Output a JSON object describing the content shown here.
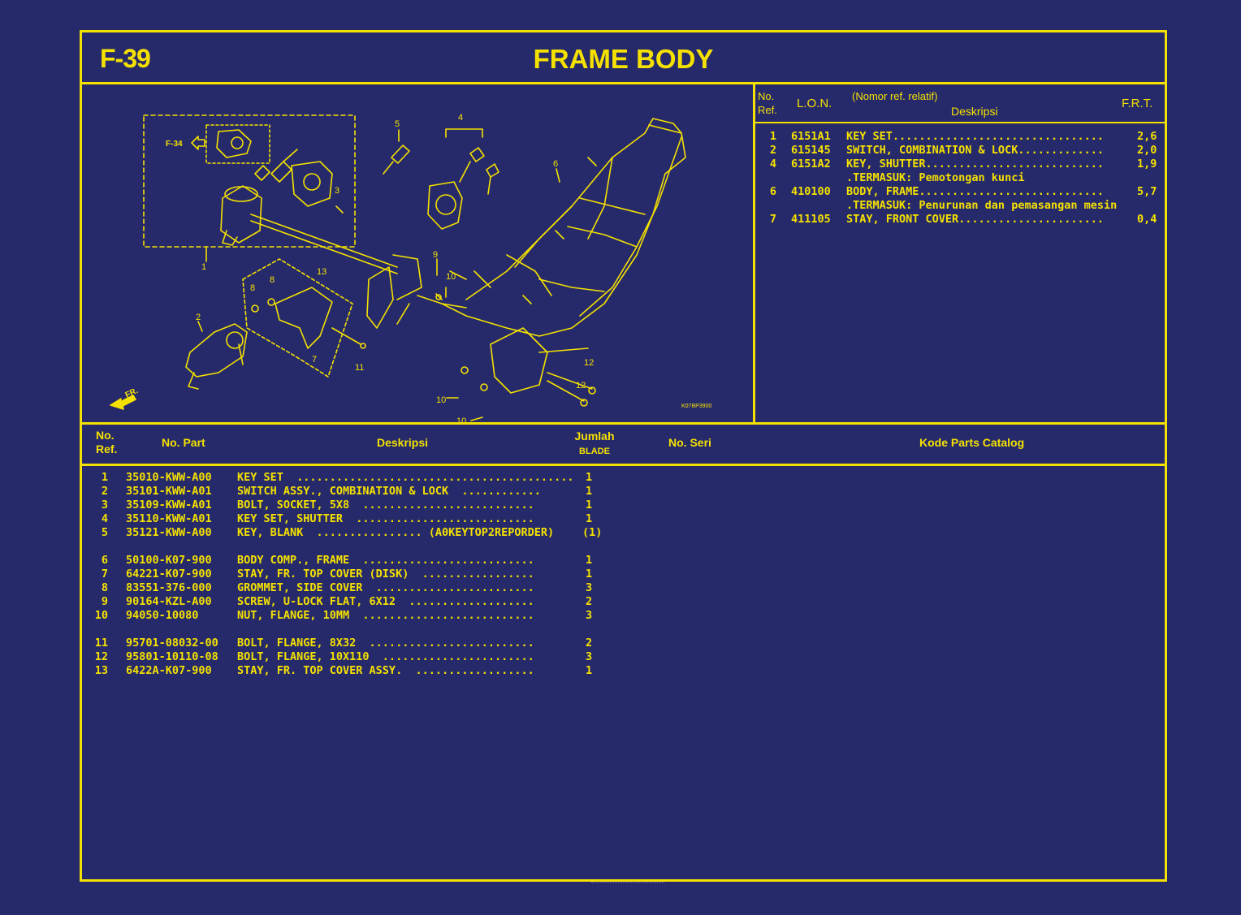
{
  "header": {
    "code": "F-39",
    "title": "FRAME BODY"
  },
  "frt_table": {
    "headers": {
      "no_ref_1": "No.",
      "no_ref_2": "Ref.",
      "lon": "L.O.N.",
      "nomor_ref": "(Nomor ref. relatif)",
      "deskripsi": "Deskripsi",
      "frt": "F.R.T."
    },
    "rows": [
      {
        "ref": "1",
        "lon": "6151A1",
        "desc": "KEY SET................................",
        "frt": "2,6"
      },
      {
        "ref": "2",
        "lon": "615145",
        "desc": "SWITCH, COMBINATION & LOCK.............",
        "frt": "2,0"
      },
      {
        "ref": "4",
        "lon": "6151A2",
        "desc": "KEY, SHUTTER...........................",
        "frt": "1,9"
      },
      {
        "ref": "6",
        "lon": "410100",
        "desc": "BODY, FRAME............................",
        "frt": "5,7"
      },
      {
        "ref": "7",
        "lon": "411105",
        "desc": "STAY, FRONT COVER......................",
        "frt": "0,4"
      }
    ],
    "notes": {
      "note_key_shutter": ".TERMASUK: Pemotongan kunci",
      "note_body_frame": ".TERMASUK: Penurunan dan pemasangan mesin"
    }
  },
  "diagram": {
    "callouts": [
      "1",
      "2",
      "3",
      "4",
      "5",
      "6",
      "7",
      "8",
      "8",
      "9",
      "10",
      "10",
      "10",
      "11",
      "12",
      "12",
      "13"
    ],
    "ref_label": "F-34",
    "direction_label": "FR.",
    "figure_code": "K07BP3900"
  },
  "parts_table": {
    "headers": {
      "no_ref_1": "No.",
      "no_ref_2": "Ref.",
      "no_part": "No. Part",
      "deskripsi": "Deskripsi",
      "jumlah": "Jumlah",
      "blade": "BLADE",
      "no_seri": "No. Seri",
      "kode": "Kode Parts Catalog"
    },
    "rows": [
      {
        "ref": "1",
        "part": "35010-KWW-A00",
        "desc": "KEY SET  ..........................................",
        "qty": "1"
      },
      {
        "ref": "2",
        "part": "35101-KWW-A01",
        "desc": "SWITCH ASSY., COMBINATION & LOCK  ............",
        "qty": "1"
      },
      {
        "ref": "3",
        "part": "35109-KWW-A01",
        "desc": "BOLT, SOCKET, 5X8  ..........................",
        "qty": "1"
      },
      {
        "ref": "4",
        "part": "35110-KWW-A01",
        "desc": "KEY SET, SHUTTER  ...........................",
        "qty": "1"
      },
      {
        "ref": "5",
        "part": "35121-KWW-A00",
        "desc": "KEY, BLANK  ................ (A0KEYTOP2REPORDER)",
        "qty": "(1)"
      },
      {
        "ref": "6",
        "part": "50100-K07-900",
        "desc": "BODY COMP., FRAME  ..........................",
        "qty": "1"
      },
      {
        "ref": "7",
        "part": "64221-K07-900",
        "desc": "STAY, FR. TOP COVER (DISK)  .................",
        "qty": "1"
      },
      {
        "ref": "8",
        "part": "83551-376-000",
        "desc": "GROMMET, SIDE COVER  ........................",
        "qty": "3"
      },
      {
        "ref": "9",
        "part": "90164-KZL-A00",
        "desc": "SCREW, U-LOCK FLAT, 6X12  ...................",
        "qty": "2"
      },
      {
        "ref": "10",
        "part": "94050-10080",
        "desc": "NUT, FLANGE, 10MM  ..........................",
        "qty": "3"
      },
      {
        "ref": "11",
        "part": "95701-08032-00",
        "desc": "BOLT, FLANGE, 8X32  .........................",
        "qty": "2"
      },
      {
        "ref": "12",
        "part": "95801-10110-08",
        "desc": "BOLT, FLANGE, 10X110  .......................",
        "qty": "3"
      },
      {
        "ref": "13",
        "part": "6422A-K07-900",
        "desc": "STAY, FR. TOP COVER ASSY.  ..................",
        "qty": "1"
      }
    ]
  },
  "colors": {
    "background": "#262a6b",
    "accent": "#f5e100"
  }
}
